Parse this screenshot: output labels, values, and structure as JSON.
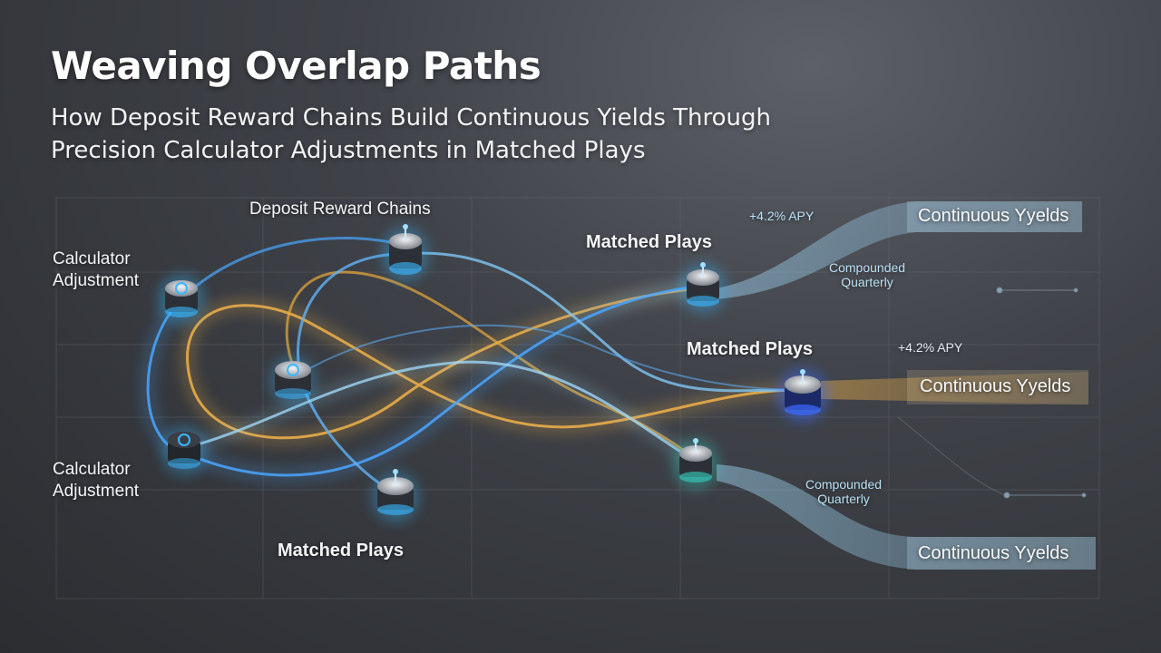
{
  "header": {
    "title": "Weaving Overlap Paths",
    "subtitle_line1": "How Deposit Reward Chains Build Continuous Yields Through",
    "subtitle_line2": "Precision Calculator Adjustments in Matched Plays"
  },
  "labels": {
    "deposit_reward_chains": "Deposit Reward Chains",
    "calculator_adjustment_top_1": "Calculator",
    "calculator_adjustment_top_2": "Adjustment",
    "calculator_adjustment_bottom_1": "Calculator",
    "calculator_adjustment_bottom_2": "Adjustment",
    "matched_plays_top": "Matched Plays",
    "matched_plays_middle": "Matched Plays",
    "matched_plays_bottom": "Matched Plays",
    "apy_top": "+4.2% APY",
    "apy_middle": "+4.2% APY",
    "compounded_top_1": "Compounded",
    "compounded_top_2": "Quarterly",
    "compounded_bottom_1": "Compounded",
    "compounded_bottom_2": "Quarterly"
  },
  "outputs": [
    {
      "label": "Continuous Yyelds",
      "color": "#8cc6ec"
    },
    {
      "label": "Continuous Yyelds",
      "color": "#e8b45a"
    },
    {
      "label": "Continuous Yyelds",
      "color": "#8cc6ec"
    }
  ],
  "colors": {
    "blue_stream": "#4aa6ff",
    "light_blue_stream": "#9fd6f5",
    "gold_stream": "#f0b24a",
    "node_glow": "#39b8ff"
  }
}
